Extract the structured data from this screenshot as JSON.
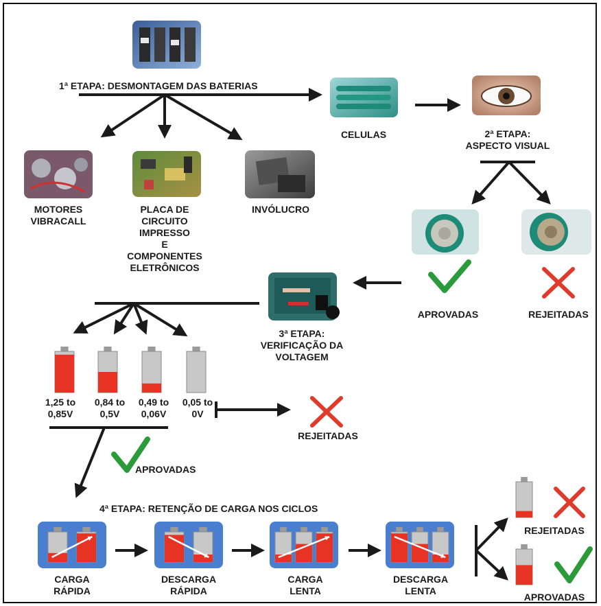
{
  "stage1": {
    "title": "1ª ETAPA: DESMONTAGEM DAS BATERIAS",
    "out_motors": [
      "MOTORES",
      "VIBRACALL"
    ],
    "out_board": [
      "PLACA DE",
      "CIRCUITO",
      "IMPRESSO",
      "E",
      "COMPONENTES",
      "ELETRÔNICOS"
    ],
    "out_case": "INVÓLUCRO",
    "cells": "CELULAS"
  },
  "stage2": {
    "title": [
      "2ª ETAPA:",
      "ASPECTO VISUAL"
    ],
    "approved": "APROVADAS",
    "rejected": "REJEITADAS"
  },
  "stage3": {
    "title": [
      "3ª ETAPA:",
      "VERIFICAÇÃO DA",
      "VOLTAGEM"
    ],
    "ranges": [
      {
        "line1": "1,25 to",
        "line2": "0,85V",
        "level": 0.92
      },
      {
        "line1": "0,84 to",
        "line2": "0,5V",
        "level": 0.5
      },
      {
        "line1": "0,49 to",
        "line2": "0,06V",
        "level": 0.22
      },
      {
        "line1": "0,05 to",
        "line2": "0V",
        "level": 0.0
      }
    ],
    "rejected": "REJEITADAS",
    "approved": "APROVADAS"
  },
  "stage4": {
    "title": "4ª ETAPA: RETENÇÃO DE CARGA NOS CICLOS",
    "steps": [
      {
        "line1": "CARGA",
        "line2": "RÁPIDA"
      },
      {
        "line1": "DESCARGA",
        "line2": "RÁPIDA"
      },
      {
        "line1": "CARGA",
        "line2": "LENTA"
      },
      {
        "line1": "DESCARGA",
        "line2": "LENTA"
      }
    ],
    "rejected": "REJEITADAS",
    "approved": "APROVADAS"
  },
  "colors": {
    "battery_red": "#e63323",
    "battery_grey": "#c8c8c8",
    "check_green": "#2a9a3a",
    "cross_red": "#e03a2a",
    "panel_blue": "#4a7fd0",
    "cell_teal": "#1e8a78"
  }
}
